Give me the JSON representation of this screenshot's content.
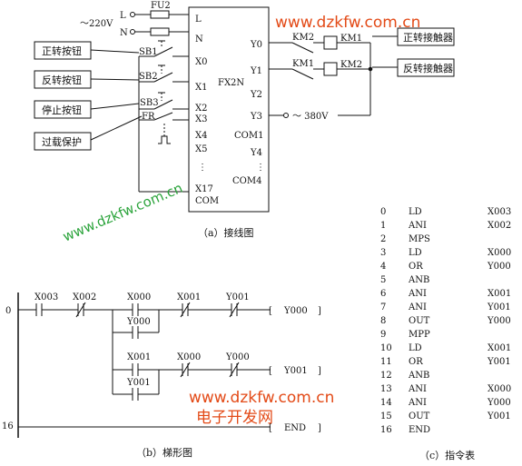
{
  "wiring": {
    "caption": "（a）接线图",
    "watermark": "www.dzkfw.com.cn",
    "watermark_diag": "www.dzkfw.com.cn",
    "fuse": "FU2",
    "supply": "～220V",
    "line_L": "L",
    "line_N": "N",
    "plc_model": "FX2N",
    "ac380": "～ 380V",
    "dots": "⋮",
    "plc_inputs": [
      "L",
      "N",
      "X0",
      "X1",
      "X2",
      "X3",
      "X4",
      "X5",
      "X17",
      "COM"
    ],
    "plc_outputs": [
      "Y0",
      "Y1",
      "Y2",
      "Y3",
      "COM1",
      "Y4",
      "COM4"
    ],
    "switches": [
      "SB1",
      "SB2",
      "SB3",
      "FR"
    ],
    "callouts": [
      "正转按钮",
      "反转按钮",
      "停止按钮",
      "过载保护",
      "正转接触器",
      "反转接触器"
    ],
    "contacts": [
      "KM2",
      "KM1"
    ],
    "coils": [
      "KM1",
      "KM2"
    ]
  },
  "ladder": {
    "caption": "（b）梯形图",
    "step0": "0",
    "step16": "16",
    "rung1": {
      "c1": "X003",
      "c2": "X002",
      "c3": "X000",
      "c4": "X001",
      "c5": "Y001",
      "hold": "Y000",
      "coil": "Y000"
    },
    "rung2": {
      "c1": "X001",
      "c2": "X000",
      "c3": "Y000",
      "hold": "Y001",
      "coil": "Y001"
    },
    "end": "END",
    "watermark": "www.dzkfw.com.cn",
    "watermark_cn": "电子开发网"
  },
  "instructions": {
    "caption": "（c）指令表",
    "rows": [
      {
        "no": "0",
        "op": "LD",
        "arg": "X003"
      },
      {
        "no": "1",
        "op": "ANI",
        "arg": "X002"
      },
      {
        "no": "2",
        "op": "MPS",
        "arg": ""
      },
      {
        "no": "3",
        "op": "LD",
        "arg": "X000"
      },
      {
        "no": "4",
        "op": "OR",
        "arg": "Y000"
      },
      {
        "no": "5",
        "op": "ANB",
        "arg": ""
      },
      {
        "no": "6",
        "op": "ANI",
        "arg": "X001"
      },
      {
        "no": "7",
        "op": "ANI",
        "arg": "Y001"
      },
      {
        "no": "8",
        "op": "OUT",
        "arg": "Y000"
      },
      {
        "no": "9",
        "op": "MPP",
        "arg": ""
      },
      {
        "no": "10",
        "op": "LD",
        "arg": "X001"
      },
      {
        "no": "11",
        "op": "OR",
        "arg": "Y001"
      },
      {
        "no": "12",
        "op": "ANB",
        "arg": ""
      },
      {
        "no": "13",
        "op": "ANI",
        "arg": "X000"
      },
      {
        "no": "14",
        "op": "ANI",
        "arg": "Y000"
      },
      {
        "no": "15",
        "op": "OUT",
        "arg": "Y001"
      },
      {
        "no": "16",
        "op": "END",
        "arg": ""
      }
    ]
  }
}
